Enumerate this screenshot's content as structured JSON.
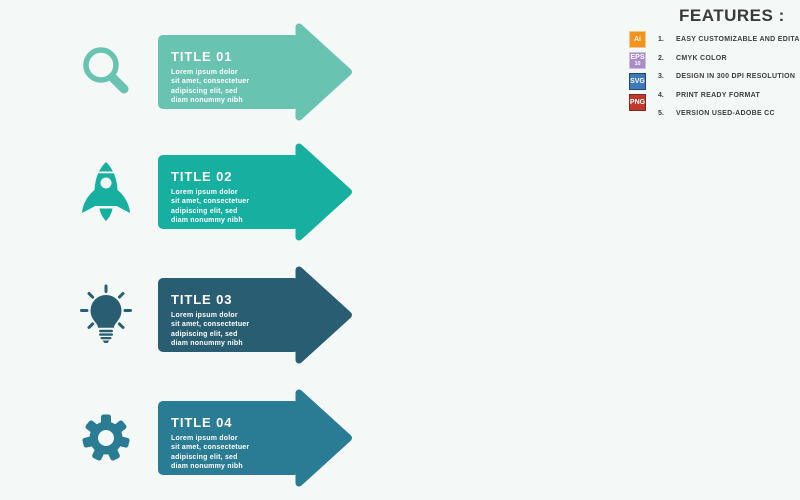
{
  "canvas": {
    "background": "#F4F9F7"
  },
  "steps": [
    {
      "title": "TITLE 01",
      "body": "Lorem ipsum dolor\nsit amet, consectetuer\nadipiscing elit, sed\ndiam nonummy nibh",
      "color": "#68C3B1",
      "icon": "magnifier"
    },
    {
      "title": "TITLE 02",
      "body": "Lorem ipsum dolor\nsit amet, consectetuer\nadipiscing elit, sed\ndiam nonummy nibh",
      "color": "#17AFA0",
      "icon": "rocket"
    },
    {
      "title": "TITLE 03",
      "body": "Lorem ipsum dolor\nsit amet, consectetuer\nadipiscing elit, sed\ndiam nonummy nibh",
      "color": "#295E72",
      "icon": "lightbulb"
    },
    {
      "title": "TITLE 04",
      "body": "Lorem ipsum dolor\nsit amet, consectetuer\nadipiscing elit, sed\ndiam nonummy nibh",
      "color": "#2A7B94",
      "icon": "gear"
    }
  ],
  "features": {
    "heading": "FEATURES :",
    "items": [
      {
        "num": "1.",
        "text": "EASY CUSTOMIZABLE AND EDITABLE"
      },
      {
        "num": "2.",
        "text": "CMYK COLOR"
      },
      {
        "num": "3.",
        "text": "DESIGN IN 300 DPI RESOLUTION"
      },
      {
        "num": "4.",
        "text": "PRINT READY FORMAT"
      },
      {
        "num": "5.",
        "text": "VERSION USED-ADOBE CC"
      }
    ],
    "badges": [
      {
        "label": "Ai",
        "sub": "",
        "bg": "#F0931F",
        "border": "#F7C68C",
        "text_color": "#FDF3E3"
      },
      {
        "label": "EPS",
        "sub": "10",
        "bg": "#A78CC9",
        "border": "#CDBEE2",
        "text_color": "#FFFFFF"
      },
      {
        "label": "SVG",
        "sub": "",
        "bg": "#3D79BB",
        "border": "#23456D",
        "text_color": "#FFFFFF"
      },
      {
        "label": "PNG",
        "sub": "",
        "bg": "#BF3A2B",
        "border": "#88281D",
        "text_color": "#FFFFFF"
      }
    ]
  }
}
